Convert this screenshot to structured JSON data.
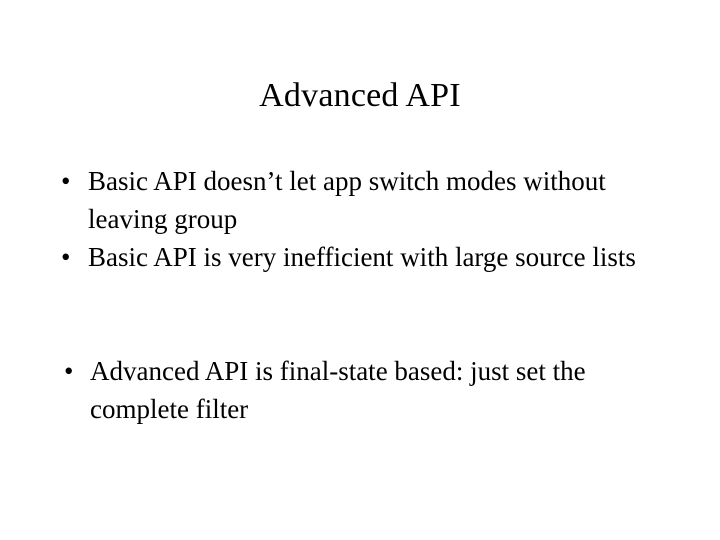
{
  "slide": {
    "title": "Advanced API",
    "background_color": "#ffffff",
    "text_color": "#000000",
    "bullet_glyph": "•",
    "groups": [
      {
        "items": [
          "Basic API doesn’t let app switch modes without leaving group",
          "Basic API is very inefficient with large source lists"
        ]
      },
      {
        "items": [
          "Advanced API is final-state based: just set the complete filter"
        ]
      }
    ]
  }
}
